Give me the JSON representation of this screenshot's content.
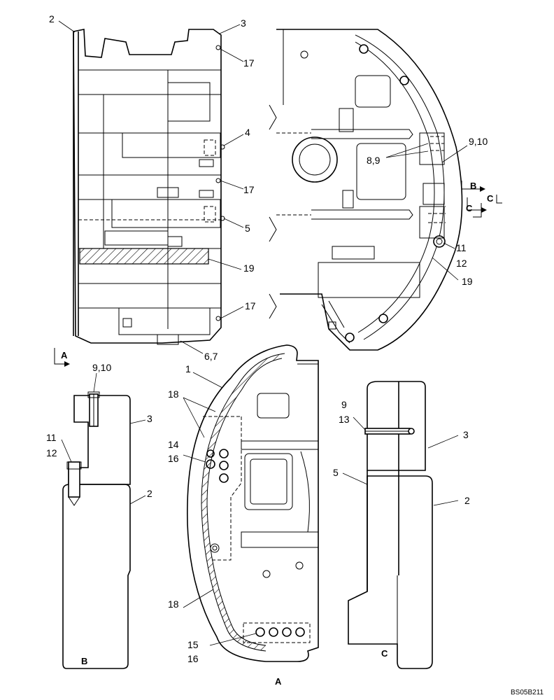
{
  "callouts": {
    "c2_top": "2",
    "c3_top": "3",
    "c17_top": "17",
    "c4": "4",
    "c17_mid": "17",
    "c5": "5",
    "c19_left": "19",
    "c17_bot": "17",
    "c67": "6,7",
    "c910_right": "9,10",
    "c89": "8,9",
    "c11_right": "11",
    "c12_right": "12",
    "c19_right": "19",
    "c910_b": "9,10",
    "c3_b": "3",
    "c11_b": "11",
    "c12_b": "12",
    "c2_b": "2",
    "c1": "1",
    "c18_top": "18",
    "c14": "14",
    "c16_mid": "16",
    "c18_bot": "18",
    "c15": "15",
    "c16_bot": "16",
    "c9_c": "9",
    "c13_c": "13",
    "c3_c": "3",
    "c5_c": "5",
    "c2_c": "2"
  },
  "view_labels": {
    "arrow_a": "A",
    "arrow_b": "B",
    "arrow_c1": "C",
    "arrow_c2": "C",
    "caption_a": "A",
    "caption_b": "B",
    "caption_c": "C"
  },
  "drawing_code": "BS05B211"
}
